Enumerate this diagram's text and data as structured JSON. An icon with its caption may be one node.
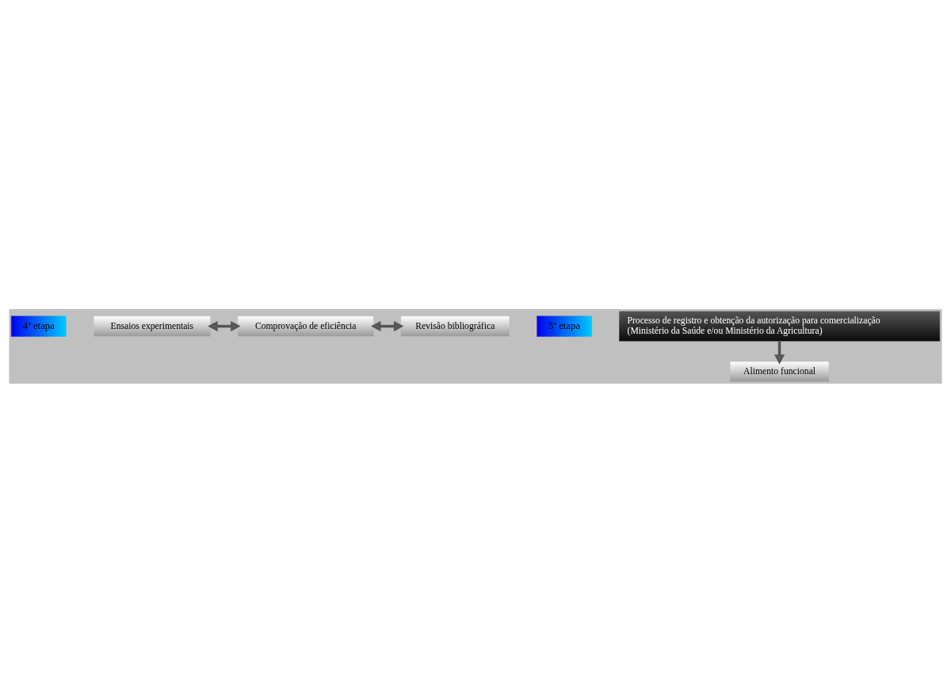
{
  "diagram": {
    "nodes": [
      {
        "text": [
          "4ª etapa"
        ]
      },
      {
        "text": [
          "Comprovação de eficiência"
        ]
      },
      {
        "text": [
          "Ensaios experimentais"
        ]
      },
      {
        "text": [
          "Revisão bibliográfica"
        ]
      },
      {
        "text": [
          "5ª etapa"
        ]
      },
      {
        "text": [
          "Processo de registro e obtenção da autorização para comercialização (Ministério da Saúde e/ou Ministério da Agricultura)"
        ]
      },
      {
        "text": [
          "Alimento funcional"
        ]
      }
    ],
    "edges": [
      {
        "from": 2,
        "to": 1,
        "arrow": "both"
      },
      {
        "from": 1,
        "to": 3,
        "arrow": "both"
      },
      {
        "from": 5,
        "to": 6,
        "arrow": "to"
      }
    ]
  }
}
